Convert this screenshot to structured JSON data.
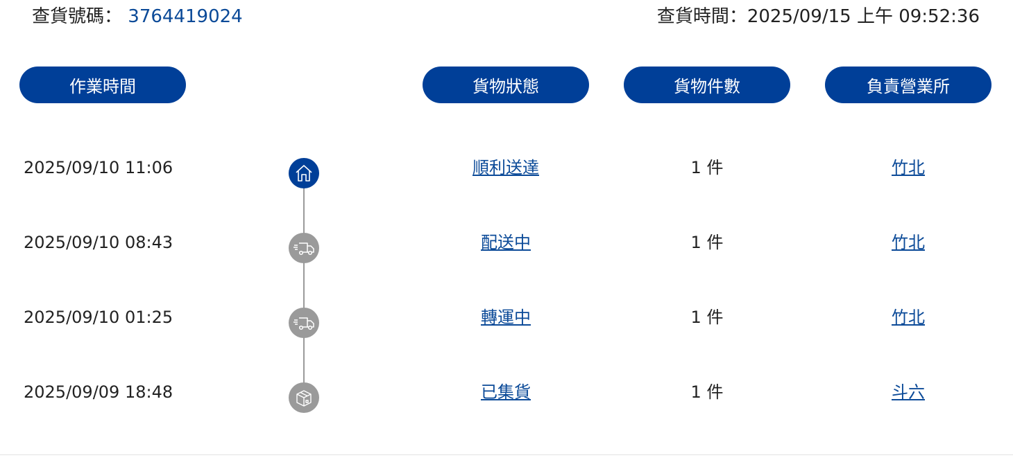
{
  "header": {
    "tracking_label": "查貨號碼：",
    "tracking_number": "3764419024",
    "query_time_label": "查貨時間：",
    "query_time": "2025/09/15 上午 09:52:36"
  },
  "columns": [
    "作業時間",
    "貨物狀態",
    "貨物件數",
    "負責營業所"
  ],
  "rows": [
    {
      "time": "2025/09/10 11:06",
      "icon": "home-icon",
      "status": "順利送達",
      "count": "1 件",
      "office": "竹北"
    },
    {
      "time": "2025/09/10 08:43",
      "icon": "truck-icon",
      "status": "配送中",
      "count": "1 件",
      "office": "竹北"
    },
    {
      "time": "2025/09/10 01:25",
      "icon": "truck-icon",
      "status": "轉運中",
      "count": "1 件",
      "office": "竹北"
    },
    {
      "time": "2025/09/09 18:48",
      "icon": "box-icon",
      "status": "已集貨",
      "count": "1 件",
      "office": "斗六"
    }
  ],
  "colors": {
    "accent": "#003f98",
    "link": "#0b4a98",
    "timeline": "#9a9a9a"
  }
}
